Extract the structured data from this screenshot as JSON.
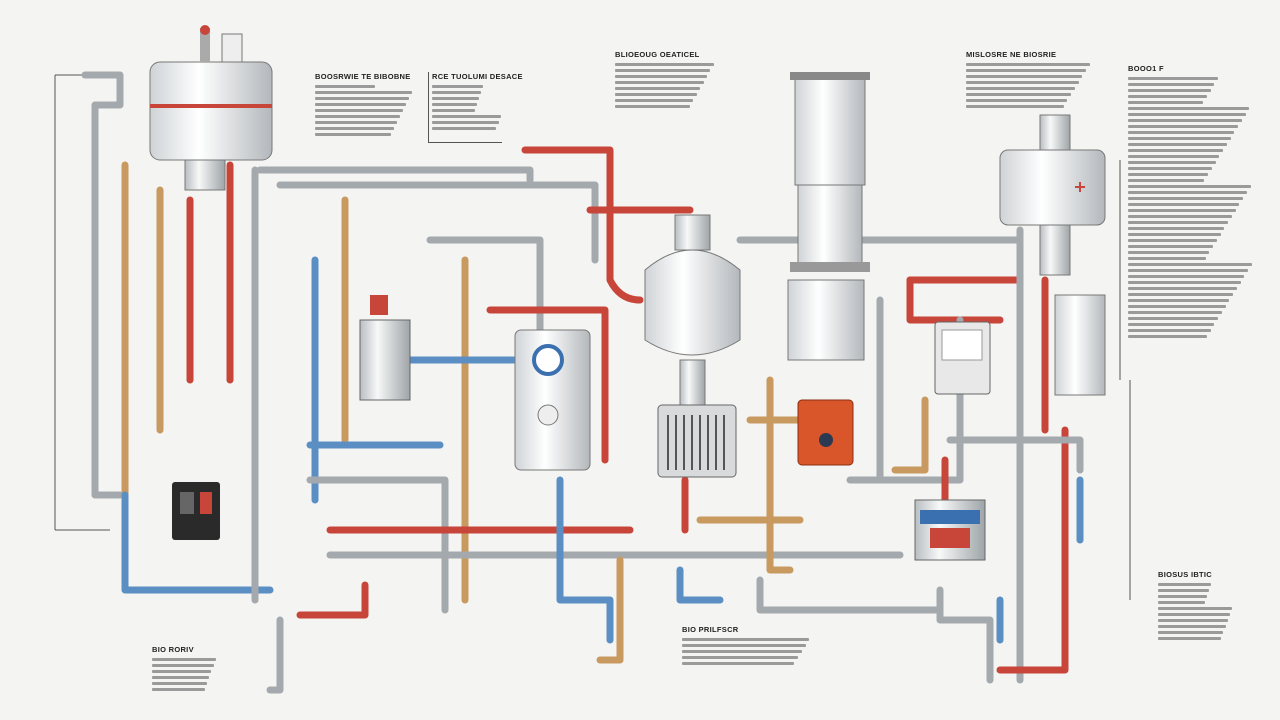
{
  "notes": [
    {
      "heading": "BOOSRWIE TE BIBOBNE",
      "lines": 9
    },
    {
      "heading": "RCE TUOLUMI DESACE",
      "lines": 8
    },
    {
      "heading": "BLIOEOUG OEATICEL",
      "lines": 8
    },
    {
      "heading": "MISLOSRE NE BIOSRIE",
      "lines": 8
    },
    {
      "heading": "BOOO1 F",
      "lines": 44
    },
    {
      "heading": "BIO RORIV",
      "lines": 6
    },
    {
      "heading": "BIO PRILFSCR",
      "lines": 5
    },
    {
      "heading": "BIOSUS IBTIC",
      "lines": 10
    }
  ],
  "colors": {
    "hot": "#c8453a",
    "cold": "#5b8fc4",
    "gray": "#a3a9ad",
    "copper": "#c89a60",
    "tank": "#e9ebec"
  }
}
